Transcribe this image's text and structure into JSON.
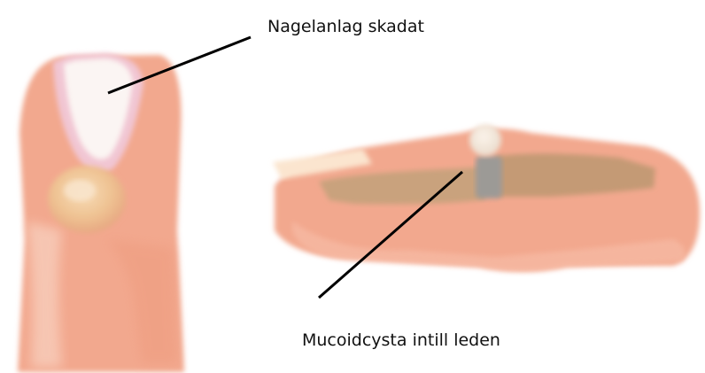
{
  "labels": {
    "nail_bed": "Nagelanlag skadat",
    "mucoid_cyst": "Mucoidcysta intill leden"
  },
  "colors": {
    "skin": "#f2a88e",
    "skin_light": "#f7c4ae",
    "nail_white": "#fbf5f3",
    "nail_pink": "#f1c6d3",
    "cyst": "#efc393",
    "bone": "#c9a27d",
    "joint_gray": "#9c9a96",
    "pointer": "#000000"
  },
  "illustrations": [
    {
      "view": "finger-top-view",
      "features": [
        "nail-bed-damaged",
        "cyst"
      ]
    },
    {
      "view": "finger-side-view",
      "features": [
        "bone",
        "joint",
        "mucoid-cyst",
        "nail"
      ]
    }
  ]
}
